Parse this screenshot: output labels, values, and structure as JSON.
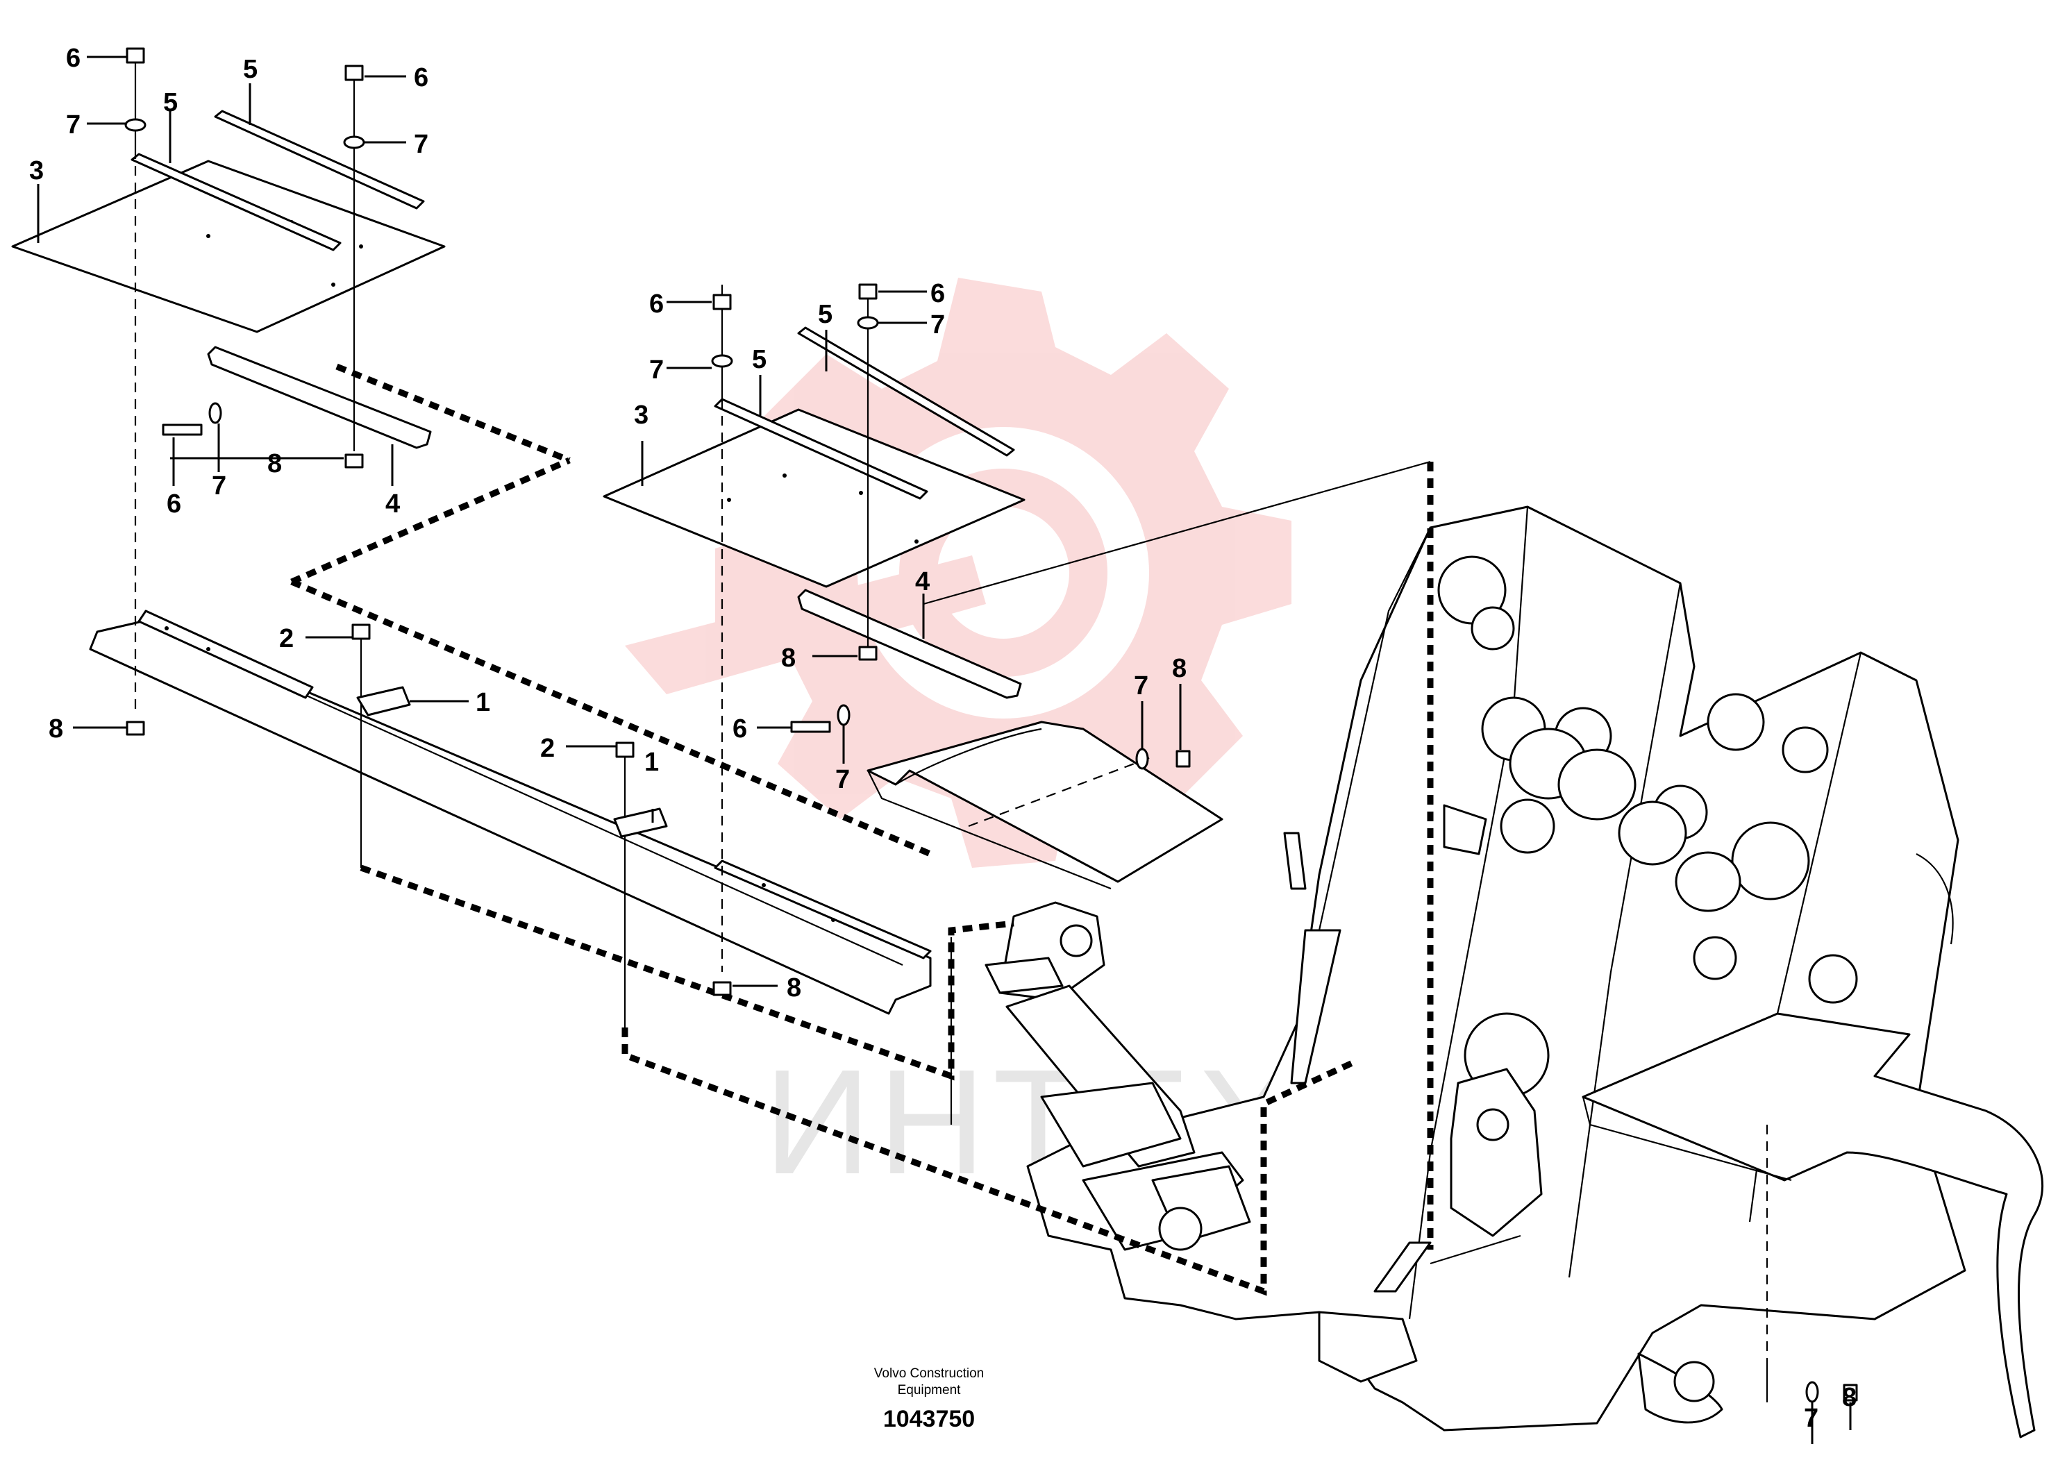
{
  "footer": {
    "manufacturer_line1": "Volvo Construction",
    "manufacturer_line2": "Equipment",
    "reference_number": "1043750"
  },
  "watermark": {
    "text": "ИНТЕХ",
    "gear_color": "#f08080"
  },
  "callouts": [
    "6",
    "7",
    "5",
    "6",
    "7",
    "5",
    "3",
    "8",
    "7",
    "6",
    "4",
    "6",
    "7",
    "6",
    "5",
    "7",
    "5",
    "3",
    "4",
    "8",
    "7",
    "8",
    "6",
    "7",
    "2",
    "1",
    "8",
    "2",
    "1",
    "8",
    "7",
    "8"
  ]
}
